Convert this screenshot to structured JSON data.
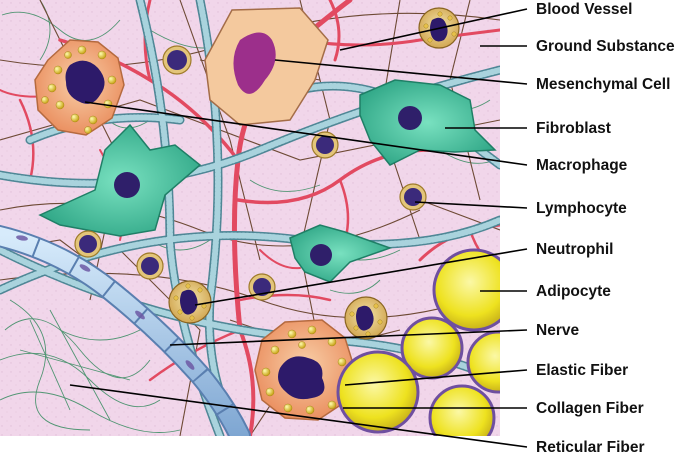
{
  "labels": {
    "blood_vessel": "Blood Vessel",
    "ground_substance": "Ground Substance",
    "mesenchymal_cell": "Mesenchymal Cell",
    "fibroblast": "Fibroblast",
    "macrophage": "Macrophage",
    "lymphocyte": "Lymphocyte",
    "neutrophil": "Neutrophil",
    "adipocyte": "Adipocyte",
    "nerve": "Nerve",
    "elastic_fiber": "Elastic Fiber",
    "collagen_fiber": "Collagen Fiber",
    "reticular_fiber": "Reticular Fiber"
  },
  "colors": {
    "ground_substance": "#f2d7ea",
    "blood_vessel": "#e8475f",
    "collagen_fiber": "#5f9aa8",
    "elastic_fiber": "#6b4a3a",
    "reticular_fiber": "#3e8c63",
    "fibroblast": "#45c7a0",
    "nucleus": "#2d1f6b",
    "mesenchymal_cell": "#f3c79a",
    "adipocyte": "#f3ee2f",
    "macrophage": "#f2a878",
    "granule": "#e6d040",
    "lymphocyte_rim": "#d9b35a",
    "nerve": "#a9c9e8"
  }
}
